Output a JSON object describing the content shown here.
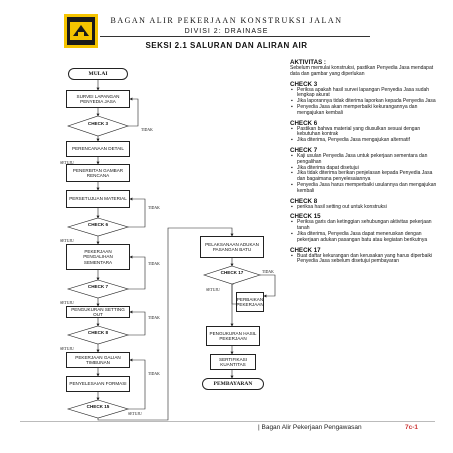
{
  "header": {
    "title": "BAGAN ALIR PEKERJAAN KONSTRUKSI JALAN",
    "division": "DIVISI 2: DRAINASE",
    "section": "SEKSI 2.1 SALURAN DAN ALIRAN AIR"
  },
  "logo_icon": "pu-ministry-logo",
  "flow": {
    "start": "MULAI",
    "survey": "SURVEI LAPANGAN PENYEDIA JASA",
    "check3": "CHECK 3",
    "tidak1": "TIDAK",
    "setuju1": "SETUJU",
    "perencanaan": "PERENCANAAN DETAIL",
    "penerbitan": "PENERBITAN GAMBAR RENCANA",
    "persetujuan": "PERSETUJUAN MATERIAL",
    "tidak2": "TIDAK",
    "check6": "CHECK 6",
    "setuju2": "SETUJU",
    "pengalihan": "PEKERJAAN PENGALIHAN SEMENTARA",
    "check7": "CHECK 7",
    "tidak3": "TIDAK",
    "setuju3": "SETUJU",
    "pengukuran1": "PENGUKURAN SETTING OUT",
    "check8": "CHECK 8",
    "tidak4": "TIDAK",
    "setuju4": "SETUJU",
    "galian": "PEKERJAAN GALIAN TIMBUNAN",
    "formasi": "PENYELESAIAN FORMASI",
    "check15": "CHECK 15",
    "tidak5": "TIDAK",
    "setuju5": "SETUJU",
    "pelaksanaan": "PELAKSANAAN ADUKAN PASANGAN BATU",
    "check17": "CHECK 17",
    "tidak6": "TIDAK",
    "setuju6": "SETUJU",
    "perbaikan": "PERBAIKAN PEKERJAAN",
    "pengukuran2": "PENGUKURAN HASIL PEKERJAAN",
    "sertifikasi": "SERTIFIKASI KUANTITAS",
    "end": "PEMBAYARAN"
  },
  "notes": {
    "aktivitas_title": "AKTIVITAS :",
    "aktivitas_text": "Sebelum memulai konstruksi, pastikan Penyedia Jasa mendapat data dan gambar yang diperlukan",
    "check3_title": "CHECK 3",
    "check3_items": [
      "Periksa apakah hasil survei lapangan Penyedia Jasa sudah lengkap akurat",
      "Jika laporannya tidak diterima laporkan kepada Penyedia Jasa",
      "Penyedia Jasa akan memperbaiki kekurangannya dan mengajukan kembali"
    ],
    "check6_title": "CHECK 6",
    "check6_items": [
      "Pastikan bahwa material yang diusulkan sesuai dengan kebutuhan kontrak",
      "Jika diterima, Penyedia Jasa mengajukan alternatif"
    ],
    "check7_title": "CHECK 7",
    "check7_items": [
      "Kaji usulan Penyedia Jasa untuk pekerjaan sementara dan pengalihan",
      "Jika diterima dapat disetujui",
      "Jika tidak diterima berikan penjelasan kepada Penyedia Jasa dan bagaimana penyelesaiannya",
      "Penyedia Jasa harus memperbaiki usulannya dan mengajukan kembali"
    ],
    "check8_title": "CHECK 8",
    "check8_items": [
      "periksa hasil setting out untuk konstruksi"
    ],
    "check15_title": "CHECK 15",
    "check15_items": [
      "Periksa garis dan ketinggian sehubungan aktivitas pekerjaan tanah",
      "Jika diterima, Penyedia Jasa dapat meneruskan dengan pekerjaan adukan pasangan batu atau kegiatan berikutnya"
    ],
    "check17_title": "CHECK 17",
    "check17_items": [
      "Buat daftar kekurangan dan kerusakan yang harus diperbaiki Penyedia Jasa sebelum disetujui pembayaran"
    ]
  },
  "footer": {
    "text": "| Bagan Alir Pekerjaan Pengawasan",
    "page": "7c-1"
  },
  "colors": {
    "line": "#222222",
    "page_number": "#cc3333"
  }
}
